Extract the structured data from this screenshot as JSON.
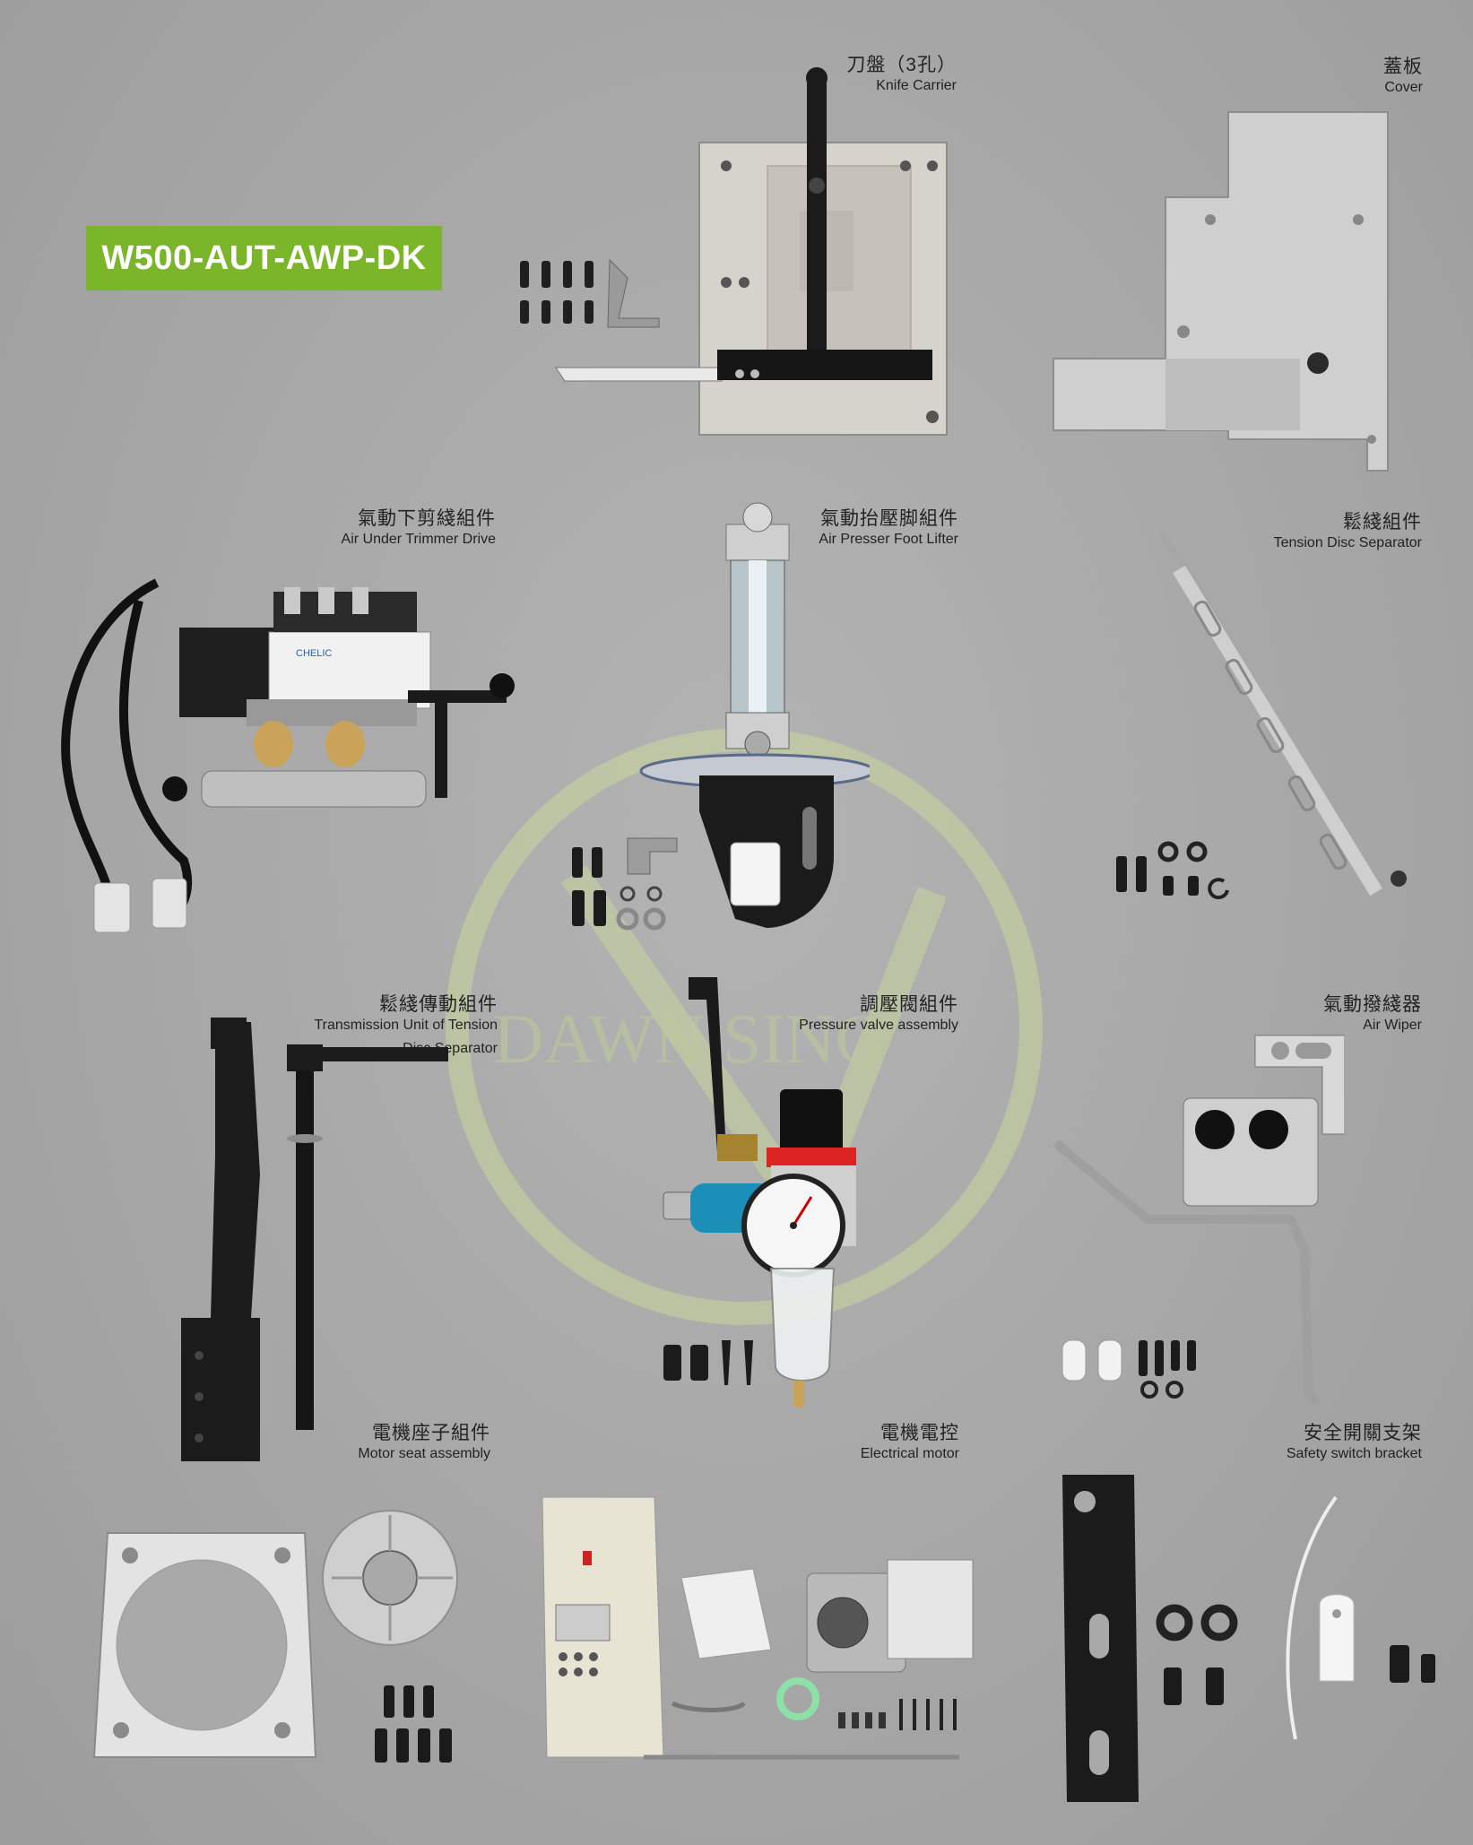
{
  "model": "W500-AUT-AWP-DK",
  "watermark": "DAWN SING",
  "colors": {
    "accent": "#7ab52a",
    "background": "#a9a9a9",
    "label_text": "#222222"
  },
  "parts": [
    {
      "id": "knife-carrier",
      "name_zh": "刀盤（3孔）",
      "name_en": "Knife Carrier"
    },
    {
      "id": "cover",
      "name_zh": "蓋板",
      "name_en": "Cover"
    },
    {
      "id": "air-under-trimmer-drive",
      "name_zh": "氣動下剪綫組件",
      "name_en": "Air Under Trimmer Drive"
    },
    {
      "id": "air-presser-foot-lifter",
      "name_zh": "氣動抬壓脚組件",
      "name_en": "Air Presser Foot Lifter"
    },
    {
      "id": "tension-disc-separator",
      "name_zh": "鬆綫組件",
      "name_en": "Tension Disc Separator"
    },
    {
      "id": "transmission-unit",
      "name_zh": "鬆綫傳動組件",
      "name_en": "Transmission Unit of Tension",
      "name_en_2": "Disc Separator"
    },
    {
      "id": "pressure-valve-assembly",
      "name_zh": "調壓閥組件",
      "name_en": "Pressure valve assembly"
    },
    {
      "id": "air-wiper",
      "name_zh": "氣動撥綫器",
      "name_en": "Air Wiper"
    },
    {
      "id": "motor-seat-assembly",
      "name_zh": "電機座子組件",
      "name_en": "Motor seat assembly"
    },
    {
      "id": "electrical-motor",
      "name_zh": "電機電控",
      "name_en": "Electrical motor"
    },
    {
      "id": "safety-switch-bracket",
      "name_zh": "安全開關支架",
      "name_en": "Safety switch bracket"
    }
  ]
}
